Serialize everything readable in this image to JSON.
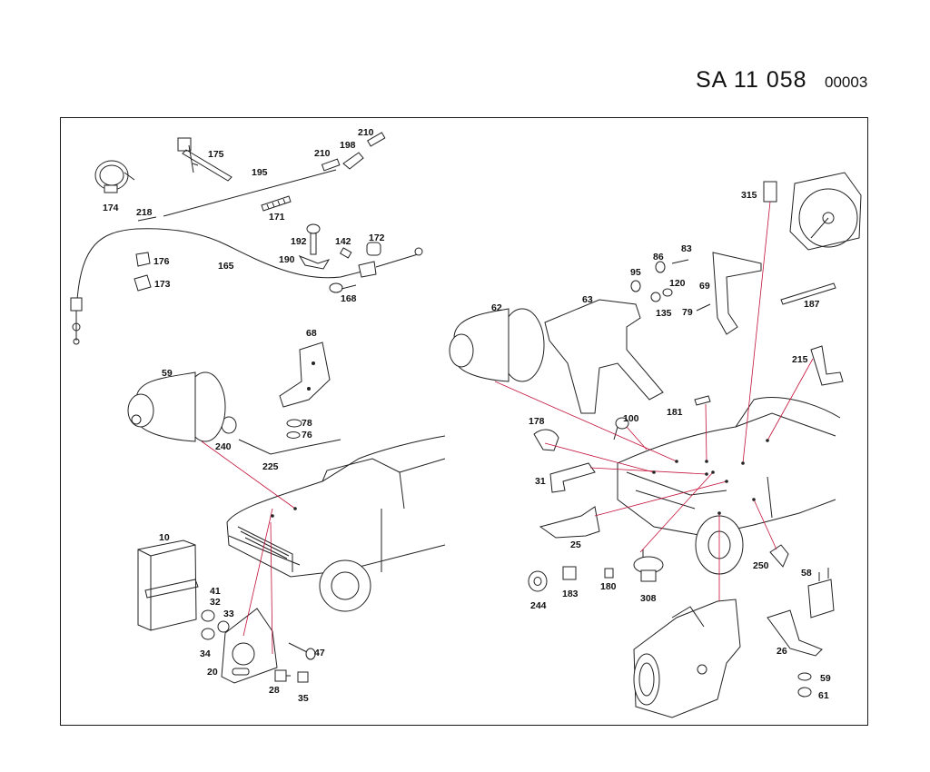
{
  "header": {
    "code": "SA  11 058",
    "sheet": "00003"
  },
  "labels": [
    {
      "id": "174",
      "text": "174"
    },
    {
      "id": "175",
      "text": "175"
    },
    {
      "id": "195",
      "text": "195"
    },
    {
      "id": "210a",
      "text": "210"
    },
    {
      "id": "198",
      "text": "198"
    },
    {
      "id": "210b",
      "text": "210"
    },
    {
      "id": "218",
      "text": "218"
    },
    {
      "id": "171",
      "text": "171"
    },
    {
      "id": "192",
      "text": "192"
    },
    {
      "id": "142",
      "text": "142"
    },
    {
      "id": "172",
      "text": "172"
    },
    {
      "id": "176",
      "text": "176"
    },
    {
      "id": "165",
      "text": "165"
    },
    {
      "id": "190",
      "text": "190"
    },
    {
      "id": "173",
      "text": "173"
    },
    {
      "id": "168",
      "text": "168"
    },
    {
      "id": "68",
      "text": "68"
    },
    {
      "id": "59a",
      "text": "59"
    },
    {
      "id": "78",
      "text": "78"
    },
    {
      "id": "76",
      "text": "76"
    },
    {
      "id": "240",
      "text": "240"
    },
    {
      "id": "225",
      "text": "225"
    },
    {
      "id": "10",
      "text": "10"
    },
    {
      "id": "41",
      "text": "41"
    },
    {
      "id": "32",
      "text": "32"
    },
    {
      "id": "33",
      "text": "33"
    },
    {
      "id": "34",
      "text": "34"
    },
    {
      "id": "20",
      "text": "20"
    },
    {
      "id": "47",
      "text": "47"
    },
    {
      "id": "28",
      "text": "28"
    },
    {
      "id": "35",
      "text": "35"
    },
    {
      "id": "315",
      "text": "315"
    },
    {
      "id": "86",
      "text": "86"
    },
    {
      "id": "83",
      "text": "83"
    },
    {
      "id": "95",
      "text": "95"
    },
    {
      "id": "120",
      "text": "120"
    },
    {
      "id": "69",
      "text": "69"
    },
    {
      "id": "187",
      "text": "187"
    },
    {
      "id": "62",
      "text": "62"
    },
    {
      "id": "63",
      "text": "63"
    },
    {
      "id": "135",
      "text": "135"
    },
    {
      "id": "79",
      "text": "79"
    },
    {
      "id": "215",
      "text": "215"
    },
    {
      "id": "178",
      "text": "178"
    },
    {
      "id": "100",
      "text": "100"
    },
    {
      "id": "181",
      "text": "181"
    },
    {
      "id": "31",
      "text": "31"
    },
    {
      "id": "25",
      "text": "25"
    },
    {
      "id": "250",
      "text": "250"
    },
    {
      "id": "58",
      "text": "58"
    },
    {
      "id": "244",
      "text": "244"
    },
    {
      "id": "183",
      "text": "183"
    },
    {
      "id": "180",
      "text": "180"
    },
    {
      "id": "308",
      "text": "308"
    },
    {
      "id": "26",
      "text": "26"
    },
    {
      "id": "59b",
      "text": "59"
    },
    {
      "id": "61",
      "text": "61"
    }
  ]
}
